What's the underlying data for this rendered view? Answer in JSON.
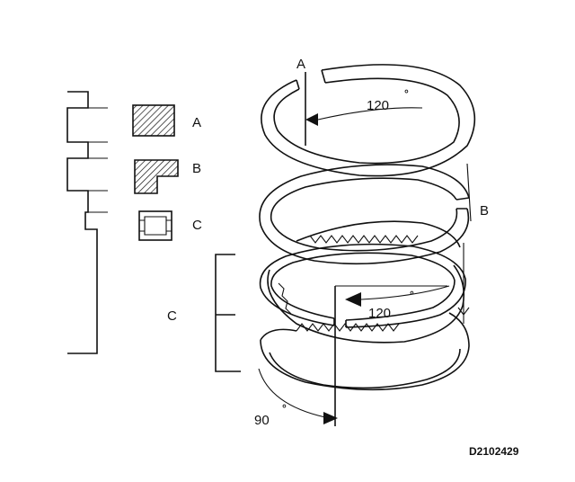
{
  "profiles": [
    {
      "label": "A",
      "name": "profile-a"
    },
    {
      "label": "B",
      "name": "profile-b"
    },
    {
      "label": "C",
      "name": "profile-c"
    }
  ],
  "bracket_label": "C",
  "ring_labels": {
    "top_ring": "A",
    "second_ring": "B"
  },
  "angles": {
    "top_gap": "120",
    "middle_gap": "120",
    "bottom_gap": "90",
    "degree_mark": "°"
  },
  "drawing_code": "D2102429",
  "colors": {
    "line": "#111111",
    "background": "#ffffff"
  }
}
